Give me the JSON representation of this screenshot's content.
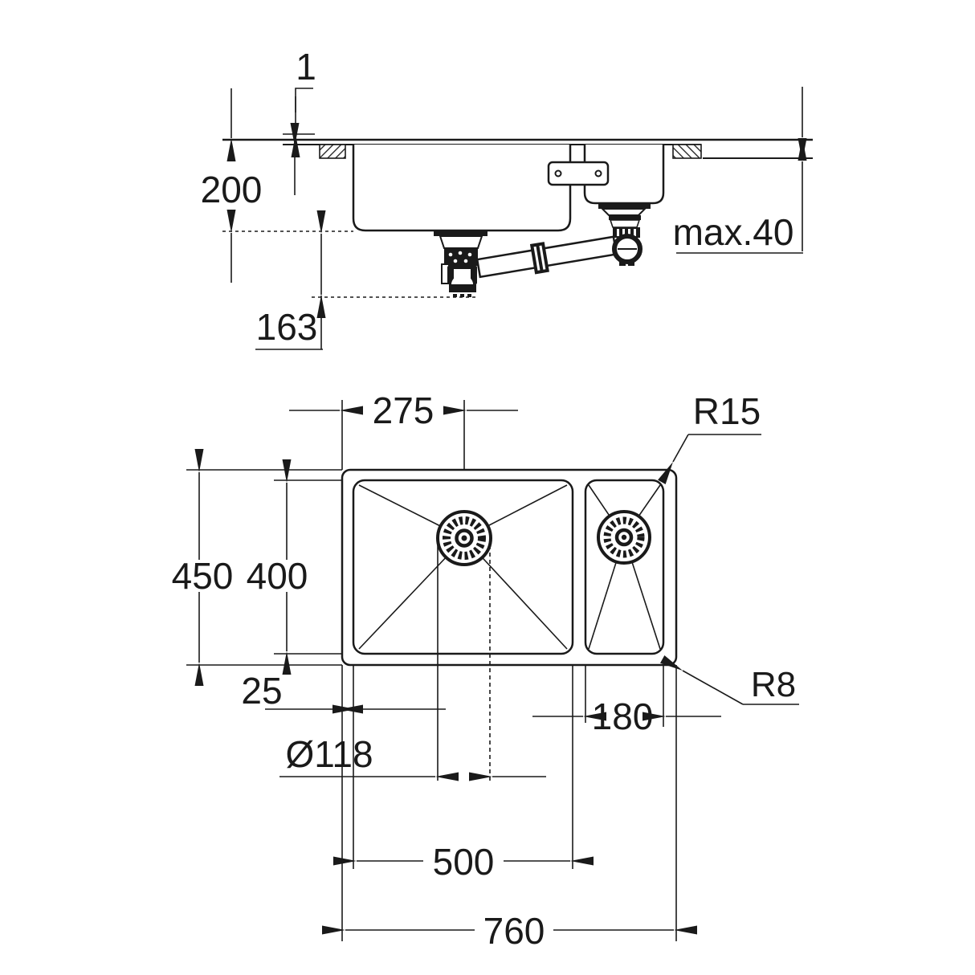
{
  "drawing": {
    "type": "technical installation drawing",
    "subject": "kitchen sink with one-and-a-half bowls, section view and plan view",
    "units": "mm",
    "line_color": "#1a1a1a",
    "background_color": "#ffffff"
  },
  "labels": {
    "rim_offset": "1",
    "depth": "200",
    "drain_height": "163",
    "counter_max": "max.40",
    "drain_pos": "275",
    "radius_bowl": "R15",
    "outer_depth": "450",
    "bowl_depth": "400",
    "edge_margin": "25",
    "small_bowl_width": "180",
    "radius_outer": "R8",
    "drain_dia": "Ø118",
    "bowl_width": "500",
    "outer_width": "760"
  }
}
